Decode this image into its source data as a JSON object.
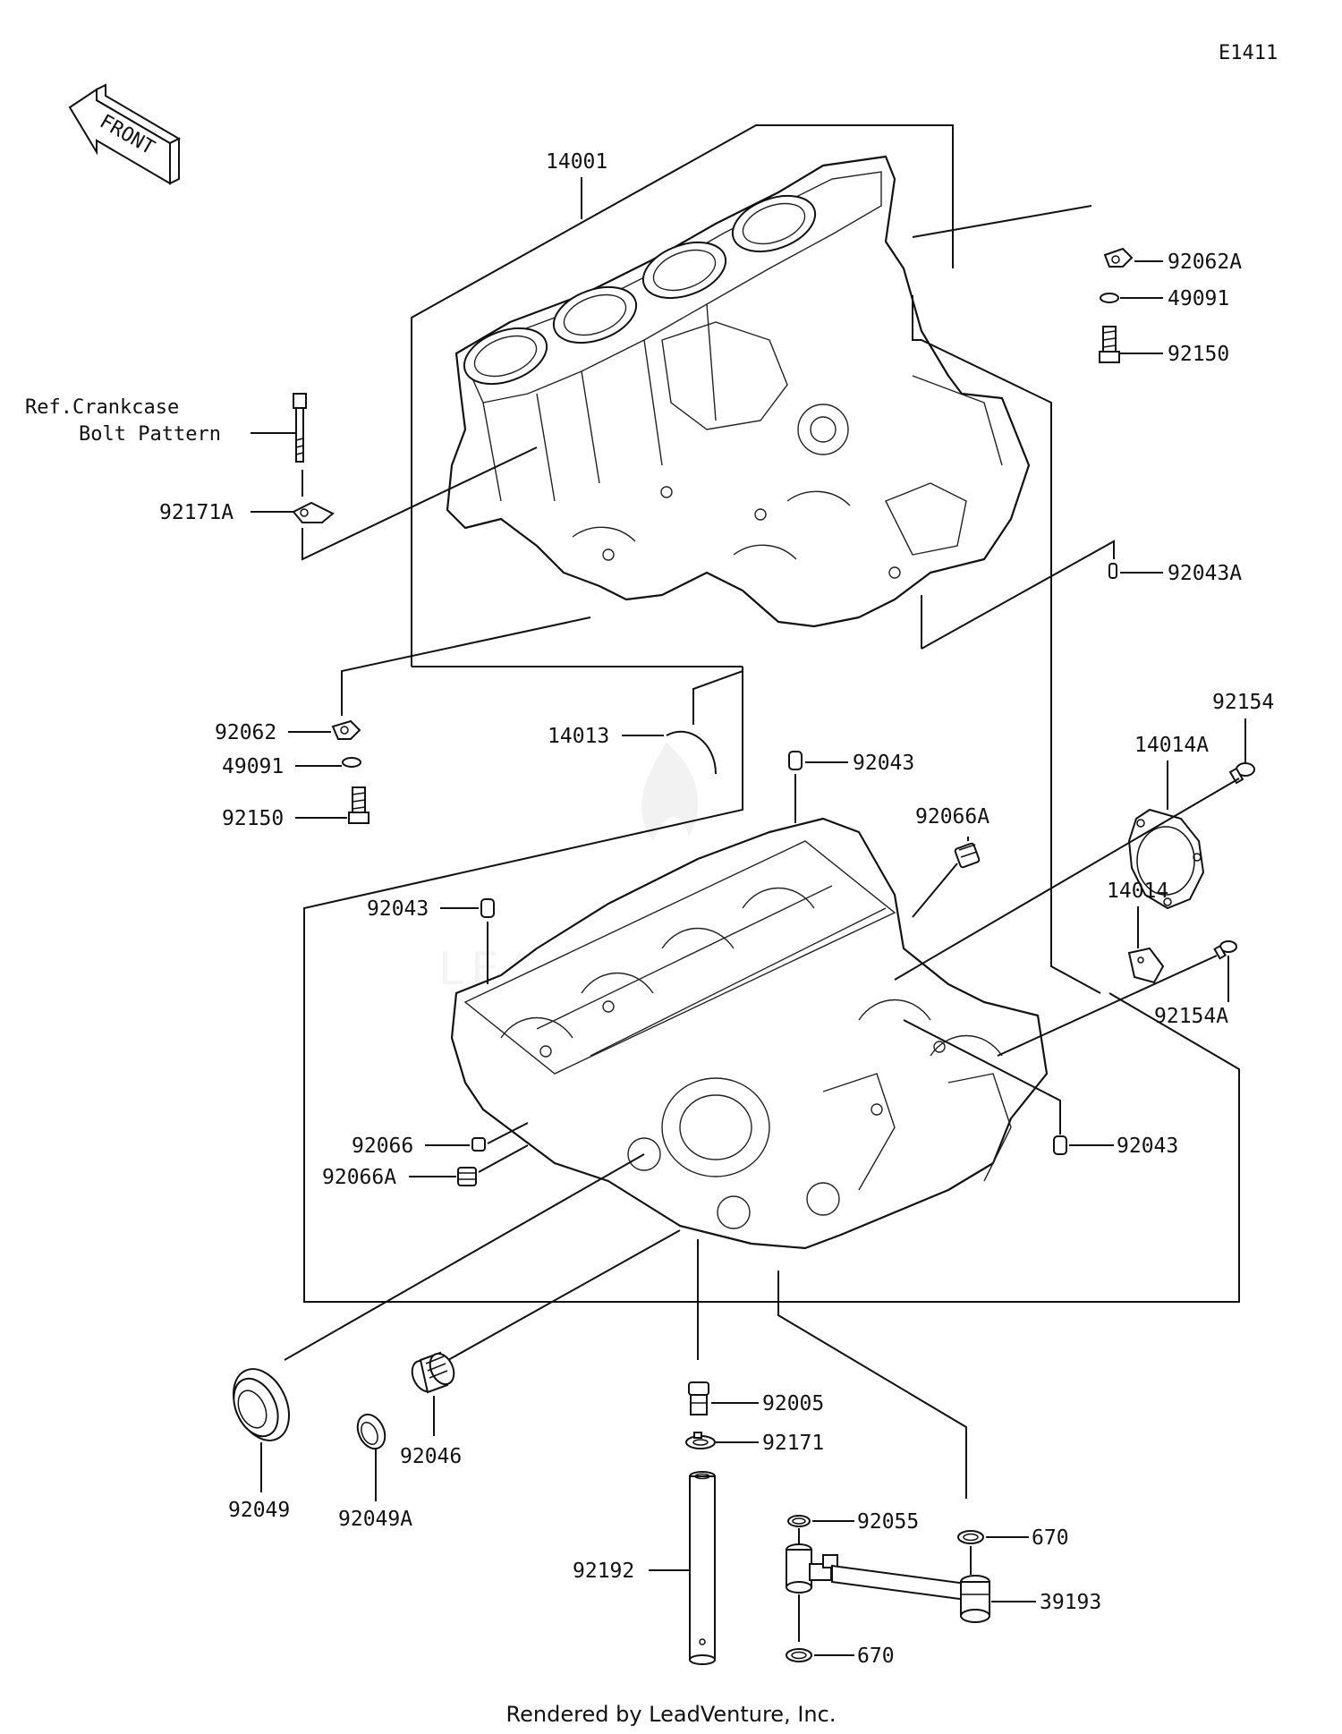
{
  "diagram_code": "E1411",
  "front_label": "FRONT",
  "ref_note_line1": "Ref.Crankcase",
  "ref_note_line2": "Bolt Pattern",
  "watermark": "LEADVENTURE",
  "footer": "Rendered by LeadVenture, Inc.",
  "labels": {
    "p14001": "14001",
    "p92062A": "92062A",
    "p49091_top": "49091",
    "p92150_top": "92150",
    "p92171A": "92171A",
    "p92043A": "92043A",
    "p92062": "92062",
    "p14013": "14013",
    "p49091": "49091",
    "p92150": "92150",
    "p92043_top": "92043",
    "p92154": "92154",
    "p14014A": "14014A",
    "p92066A_top": "92066A",
    "p92043_left": "92043",
    "p14014": "14014",
    "p92154A": "92154A",
    "p92066": "92066",
    "p92066A": "92066A",
    "p92043_right": "92043",
    "p92049": "92049",
    "p92049A": "92049A",
    "p92046": "92046",
    "p92005": "92005",
    "p92171": "92171",
    "p92055": "92055",
    "p670_top": "670",
    "p39193": "39193",
    "p92192": "92192",
    "p670_bottom": "670"
  }
}
